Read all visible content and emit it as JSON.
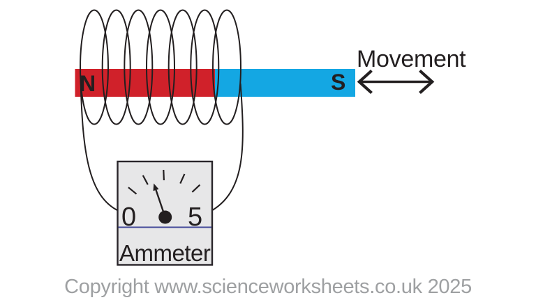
{
  "diagram": {
    "title_semantic": "electromagnetic-induction-coil-magnet-ammeter",
    "magnet": {
      "north_label": "N",
      "south_label": "S",
      "north_color": "#d0212a",
      "south_color": "#14a7e3"
    },
    "movement": {
      "label": "Movement",
      "arrow_direction": "double-headed-horizontal"
    },
    "coil": {
      "turns": 7,
      "wire_color": "#231f20"
    },
    "ammeter": {
      "label": "Ammeter",
      "scale_min": "0",
      "scale_max": "5",
      "body_color": "#e7e7e8",
      "divider_color": "#434899",
      "tick_count": 5
    }
  },
  "footer": {
    "copyright": "Copyright www.scienceworksheets.co.uk 2025",
    "text_color": "#9ea0a2"
  }
}
